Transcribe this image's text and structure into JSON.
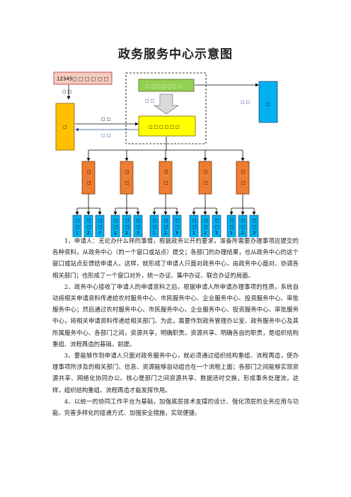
{
  "title": "政务服务中心示意图",
  "diagram": {
    "citizen_box": "12345□ □ □ □ □ □",
    "top_center_box": "□ □ □ □ □ □ □",
    "center_box": "□ □ □ □ □ □",
    "left_box": "□",
    "right_box": "□",
    "arrow_label_left_upper": "□ □",
    "arrow_label_left_lower": "□ □",
    "arrow_label_right": "□ □",
    "arrow_label_top": "□ □",
    "citizen_vertical": "□ □",
    "departments": [
      {
        "label": "□ □",
        "subs": [
          "□ □ 1",
          "□ □ 2",
          "□ □ 3"
        ]
      },
      {
        "label": "□ □",
        "subs": [
          "□ □ 1",
          "□ □ 2",
          "□ □ 3"
        ]
      },
      {
        "label": "□ □",
        "subs": [
          "□ □ 1",
          "□ □ 2",
          "□ □ 3"
        ]
      },
      {
        "label": "□ □",
        "subs": [
          "□ □ 1",
          "□ □ 2",
          "□ □ 3"
        ]
      },
      {
        "label": "□ □",
        "subs": [
          "□ □ 1",
          "□ □ 2",
          "□ □ 3"
        ]
      }
    ]
  },
  "paragraphs": [
    "1、申请人：无论办什么样的事情，根据政务公开的要求，准备所需要办理事项应提交的各种资料，从政务中心（的一个窗口或站点）提交；各部门的办理结果，也从政务中心的这个窗口或站点反馈给申请人。这样，就形成了申请人只面对政务中心，由政务中心面对、协调各相关部门；也形成了一个窗口对外，统一办证、集中办证、联合办证的局面。",
    "2、政务中心接收了申请人的申请资料之后，根据申请人所申请办理事项的性质，系统自动将相关申请资料传递给农村服务中心、市民服务中心、企业服务中心、投资服务中心、审批服务中心；然后通过农村服务中心、市民服务中心、企业服务中心、投资服务中心、审批服务中心，将相关申请资料传递给相关部门。为此，需要作到政务管理办公室、政务服务中心及其所属服务中心、各部门之间，资源共享，明确职责。资源共享、明确各自的职责，是组织结构重组、流程再造的基础、前提。",
    "3、要能够作到申请人只面对政务服务中心，就必须通过组织结构重组、流程再造，使办理事项所涉及的相关部门、信息、资源能够自动组合在一个流程上面；各部门之间能够实现资源共享、网络化协同办公。核心是部门之间资源共享、数据适时交换，形成事务处理流，这样，组织结构重组、流程再造才能发挥作用。",
    "4、以统一的协同工作平台为基础，加强底层技术支撑的设计、强化顶层的业务应用与功能、完善多样化的接通方式、加强安全措施，实现便捷。"
  ]
}
